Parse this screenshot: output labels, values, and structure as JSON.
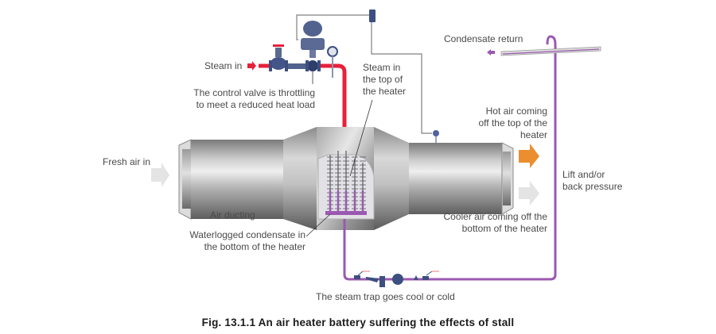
{
  "figure": {
    "caption": "Fig. 13.1.1  An air heater battery suffering the effects of stall",
    "labels": {
      "steam_in": "Steam in",
      "control_valve_line1": "The control valve is throttling",
      "control_valve_line2": "to meet a reduced heat load",
      "steam_top_line1": "Steam in",
      "steam_top_line2": "the top of",
      "steam_top_line3": "the heater",
      "condensate_return": "Condensate return",
      "hot_air_line1": "Hot air coming",
      "hot_air_line2": "off the top of the",
      "hot_air_line3": "heater",
      "fresh_air": "Fresh air in",
      "lift_line1": "Lift and/or",
      "lift_line2": "back pressure",
      "air_ducting": "Air ducting",
      "cooler_air_line1": "Cooler air coming off the",
      "cooler_air_line2": "bottom of the heater",
      "waterlogged_line1": "Waterlogged condensate in",
      "waterlogged_line2": "the bottom of the heater",
      "steam_trap": "The steam trap goes cool or cold"
    },
    "colors": {
      "steam": "#e8203a",
      "condensate": "#9b59b0",
      "hot_air": "#ea8e2f",
      "cool_air": "#e4e4e4",
      "control_line": "#808080",
      "valve_blue": "#3c4f80"
    }
  }
}
